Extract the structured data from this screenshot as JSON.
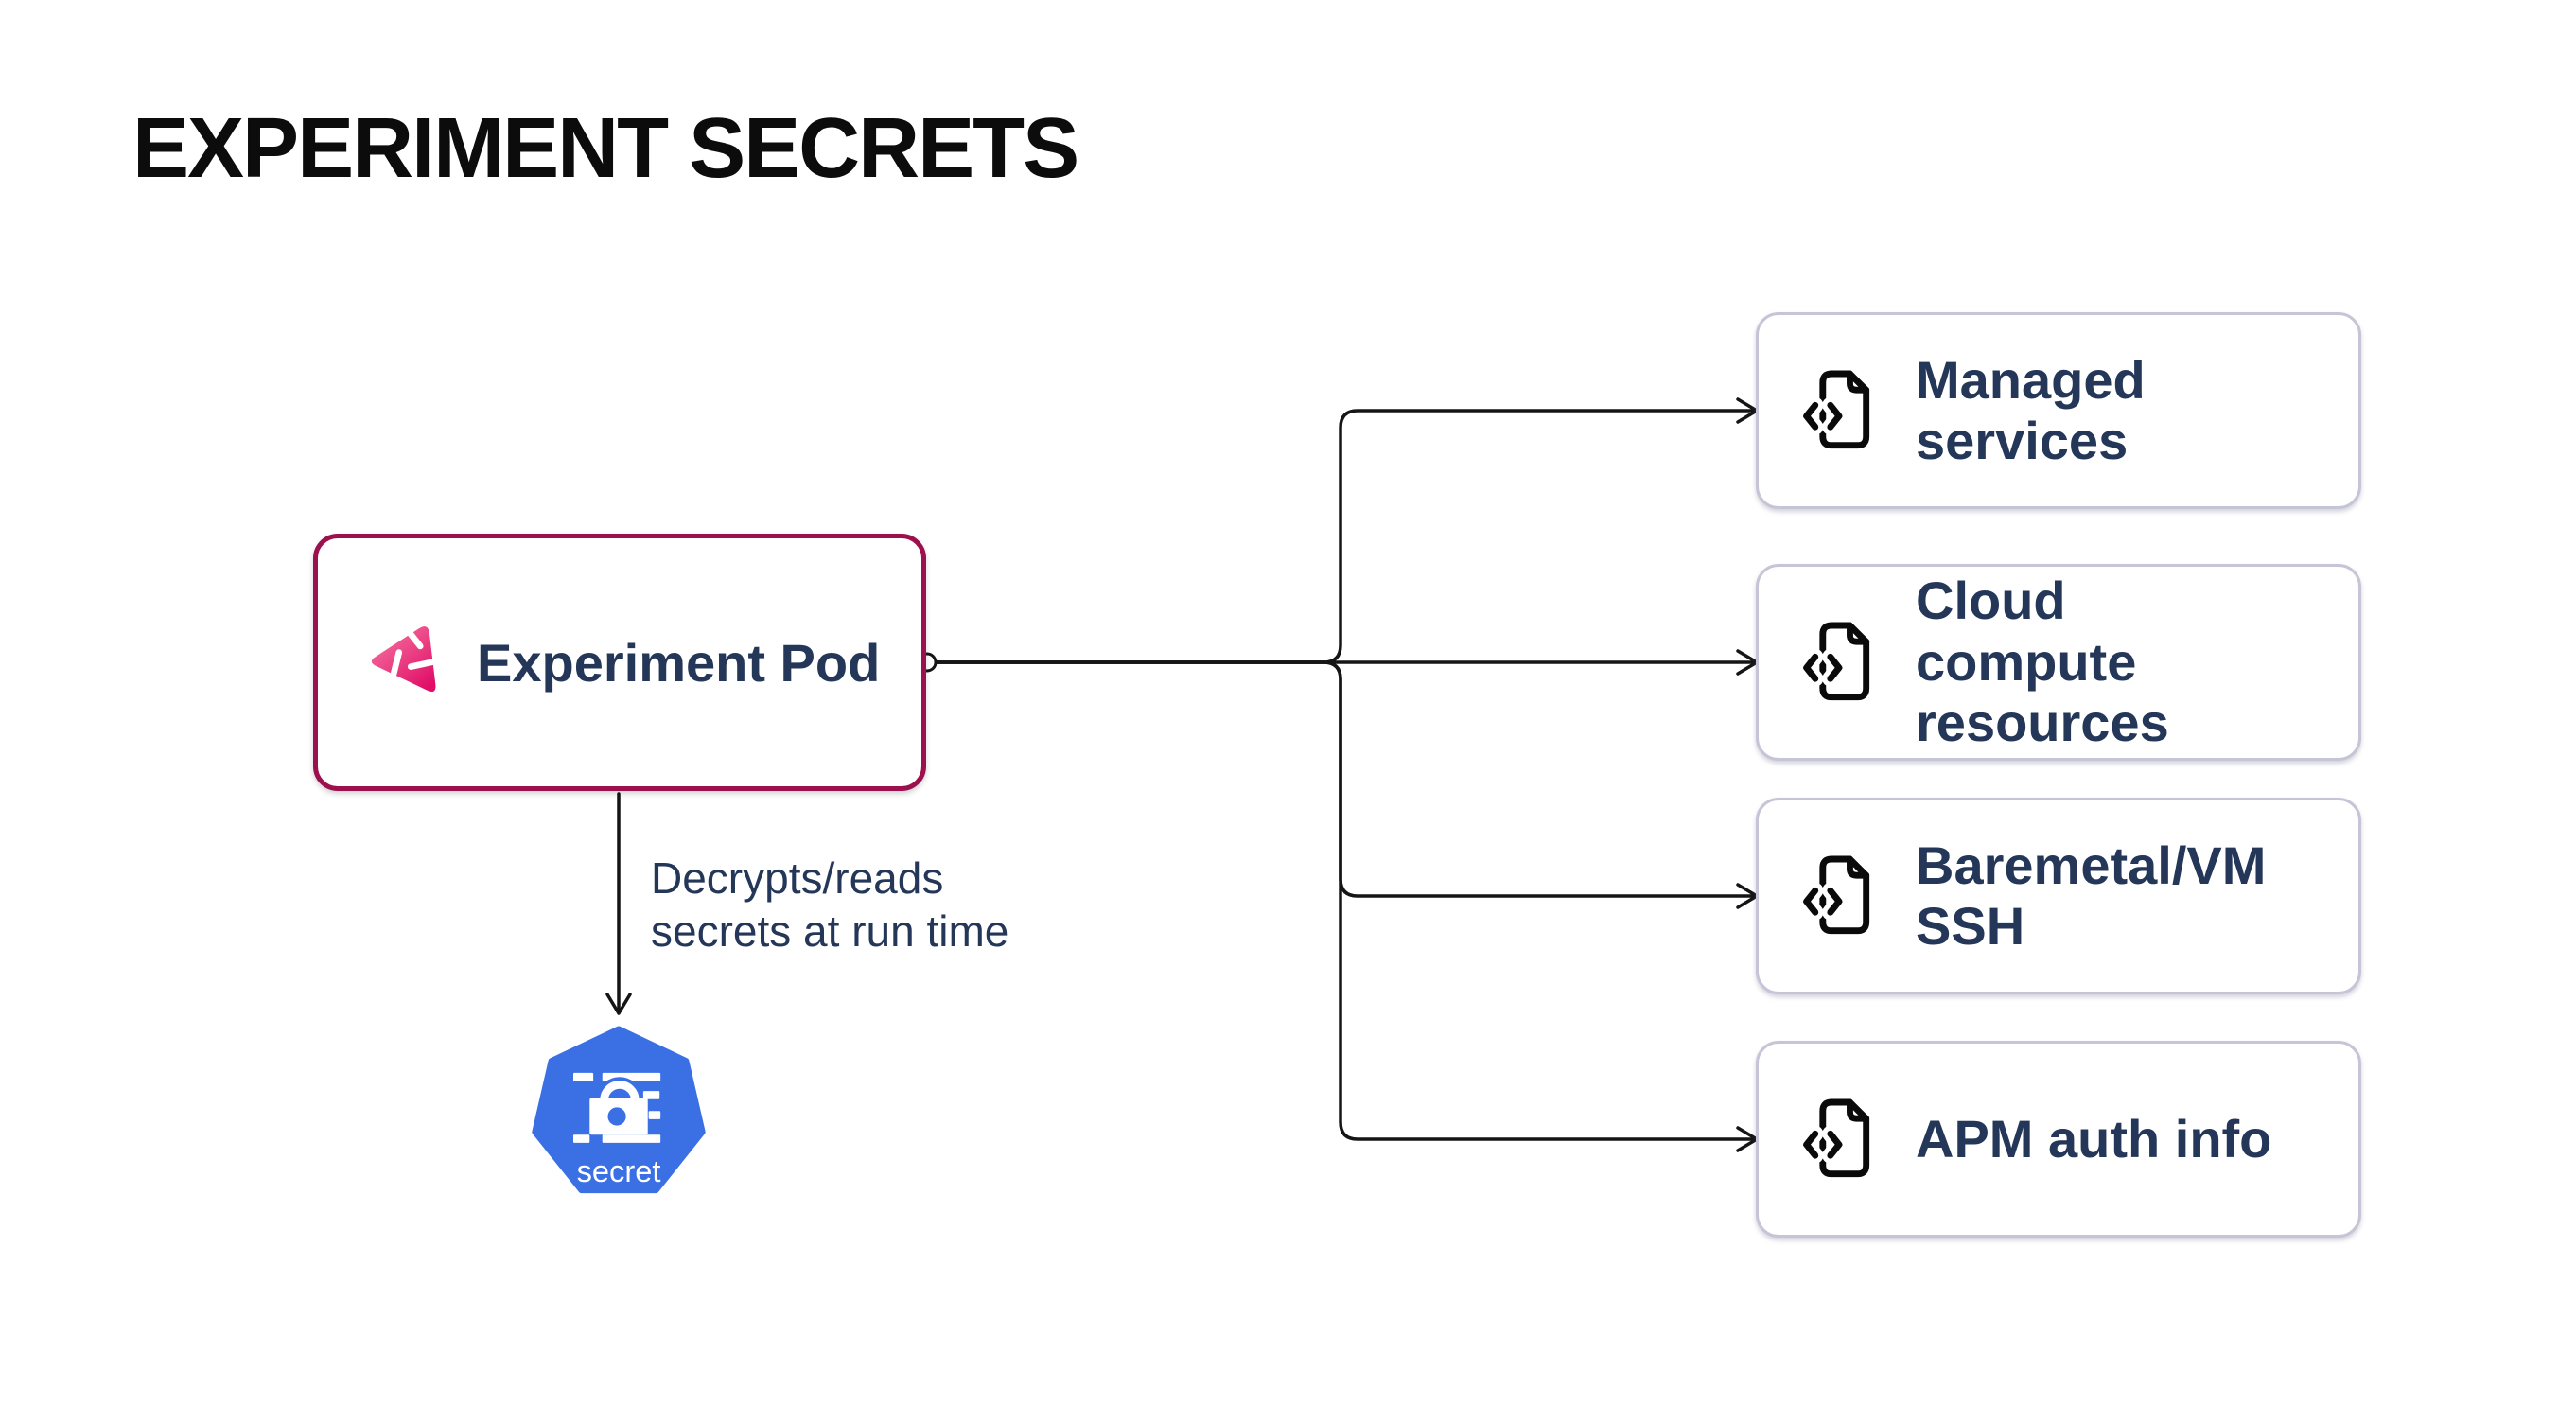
{
  "title": "EXPERIMENT SECRETS",
  "pod": {
    "label": "Experiment Pod",
    "icon": "chaos-pinwheel-icon"
  },
  "pod_to_secret": {
    "annotation": "Decrypts/reads secrets at run time"
  },
  "secret_node": {
    "label": "secret",
    "shape": "kubernetes-heptagon",
    "icon": "lock-redacted-lines-icon"
  },
  "targets": [
    {
      "label": "Managed services",
      "icon": "file-code-icon"
    },
    {
      "label": "Cloud compute resources",
      "icon": "file-code-icon"
    },
    {
      "label": "Baremetal/VM SSH",
      "icon": "file-code-icon"
    },
    {
      "label": "APM auth info",
      "icon": "file-code-icon"
    }
  ],
  "colors": {
    "background": "#ffffff",
    "title_text": "#0c0c0c",
    "text_navy": "#243758",
    "pod_border": "#9c104e",
    "pod_icon_gradient_from": "#f87ca6",
    "pod_icon_gradient_to": "#e00e67",
    "target_border": "#c6c5d8",
    "connector": "#151515",
    "kubernetes_blue": "#3b70e4"
  }
}
